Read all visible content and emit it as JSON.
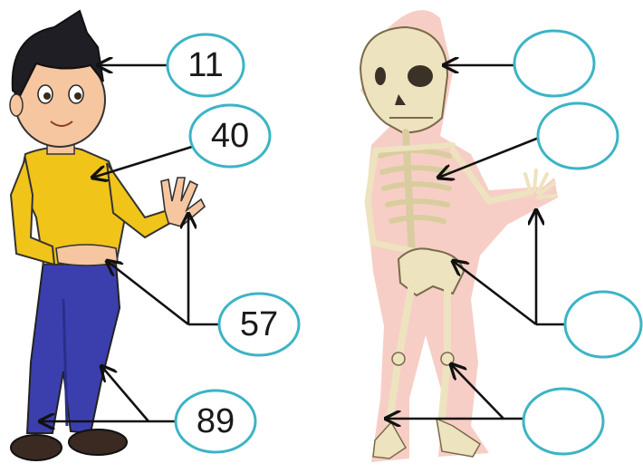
{
  "boy": {
    "labels": [
      "11",
      "40",
      "57",
      "89"
    ]
  },
  "skeleton": {
    "labels": [
      "",
      "",
      "",
      ""
    ]
  },
  "colors": {
    "bubble_outline": "#3cb4c6",
    "shirt": "#f0c419",
    "trousers": "#3b3fae",
    "bone": "#ede3bf",
    "body_shadow": "#f6c6bc"
  }
}
